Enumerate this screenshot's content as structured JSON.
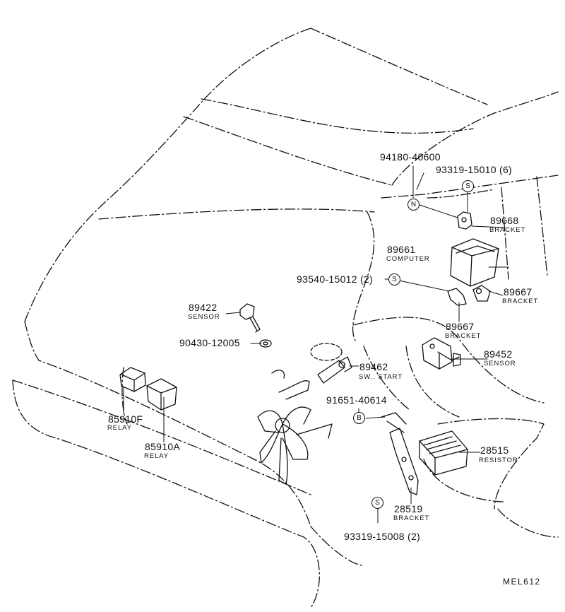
{
  "diagram_code": "MEL612",
  "parts": [
    {
      "id": "p94180",
      "part_no": "94180-40600"
    },
    {
      "id": "p93319a",
      "part_no": "93319-15010 (6)"
    },
    {
      "id": "p89668",
      "part_no": "89668",
      "name": "BRACKET"
    },
    {
      "id": "p89661",
      "part_no": "89661",
      "name": "COMPUTER"
    },
    {
      "id": "p93540",
      "part_no": "93540-15012 (2)"
    },
    {
      "id": "p89667a",
      "part_no": "89667",
      "name": "BRACKET"
    },
    {
      "id": "p89667b",
      "part_no": "89667",
      "name": "BRACKET"
    },
    {
      "id": "p89422",
      "part_no": "89422",
      "name": "SENSOR"
    },
    {
      "id": "p90430",
      "part_no": "90430-12005"
    },
    {
      "id": "p89452",
      "part_no": "89452",
      "name": "SENSOR"
    },
    {
      "id": "p89462",
      "part_no": "89462",
      "name": "SW., START"
    },
    {
      "id": "p85910f",
      "part_no": "85910F",
      "name": "RELAY"
    },
    {
      "id": "p85910a",
      "part_no": "85910A",
      "name": "RELAY"
    },
    {
      "id": "p91651",
      "part_no": "91651-40614"
    },
    {
      "id": "p28515",
      "part_no": "28515",
      "name": "RESISTOR"
    },
    {
      "id": "p28519",
      "part_no": "28519",
      "name": "BRACKET"
    },
    {
      "id": "p93319b",
      "part_no": "93319-15008 (2)"
    }
  ],
  "symbols": {
    "n": "N",
    "s": "S",
    "b": "B"
  }
}
